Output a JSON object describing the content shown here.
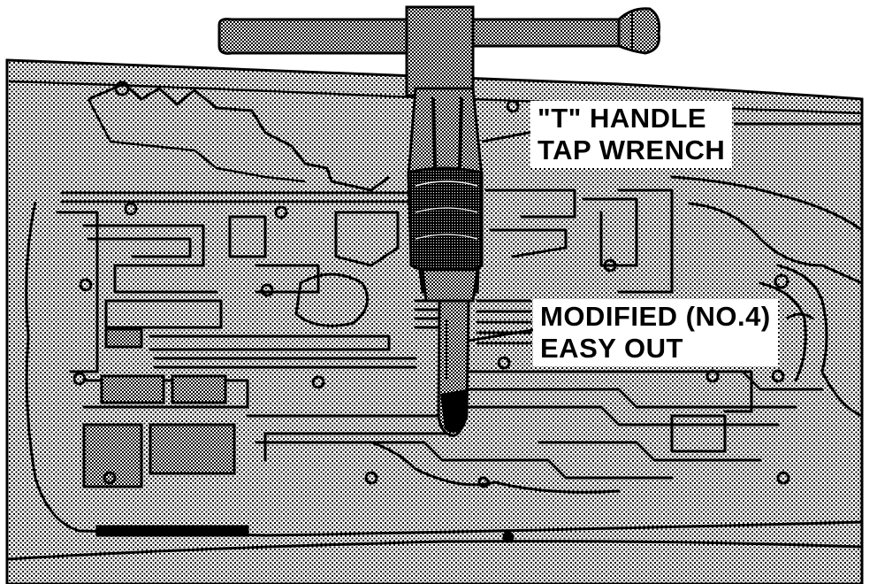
{
  "colors": {
    "ink": "#000000",
    "paper": "#ffffff",
    "halftone": "#7d7d7d"
  },
  "callouts": {
    "tap_wrench": {
      "line1": "\"T\" HANDLE",
      "line2": "TAP WRENCH"
    },
    "easy_out": {
      "line1": "MODIFIED (NO.4)",
      "line2": "EASY OUT"
    }
  }
}
